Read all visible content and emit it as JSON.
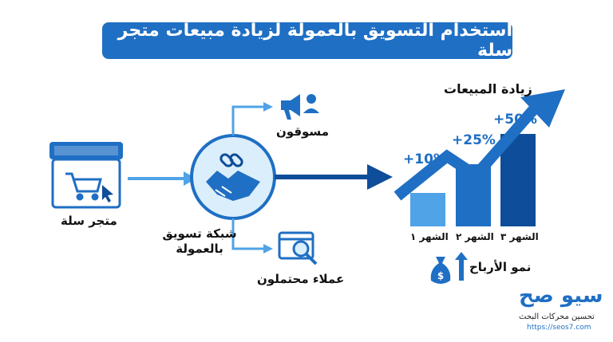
{
  "title": "استخدام التسويق بالعمولة لزيادة مبيعات متجر سلة",
  "nodes": {
    "store": "متجر سلة",
    "network": "شبكة تسويق بالعمولة",
    "marketers": "مسوقون",
    "customers": "عملاء محتملون"
  },
  "sales": {
    "title": "زيادة المبيعات",
    "increases": [
      "+10%",
      "+25%",
      "+50%"
    ],
    "months": [
      "الشهر ١",
      "الشهر ٢",
      "الشهر ٣"
    ],
    "month_values": [
      1,
      2,
      3
    ],
    "profit_label": "نمو الأرباح"
  },
  "brand": {
    "name": "سيو صح",
    "tagline": "تحسين محركات البحث",
    "url": "https://seos7.com"
  },
  "icons": [
    "store-icon",
    "cart-icon",
    "cursor-icon",
    "handshake-icon",
    "link-icon",
    "megaphone-icon",
    "person-icon",
    "search-document-icon",
    "money-bag-icon",
    "up-arrow-icon"
  ],
  "colors": {
    "primary": "#1f6fc4",
    "light": "#4fa3e6",
    "dark": "#0e4d99",
    "circle": "#dbeefb"
  }
}
